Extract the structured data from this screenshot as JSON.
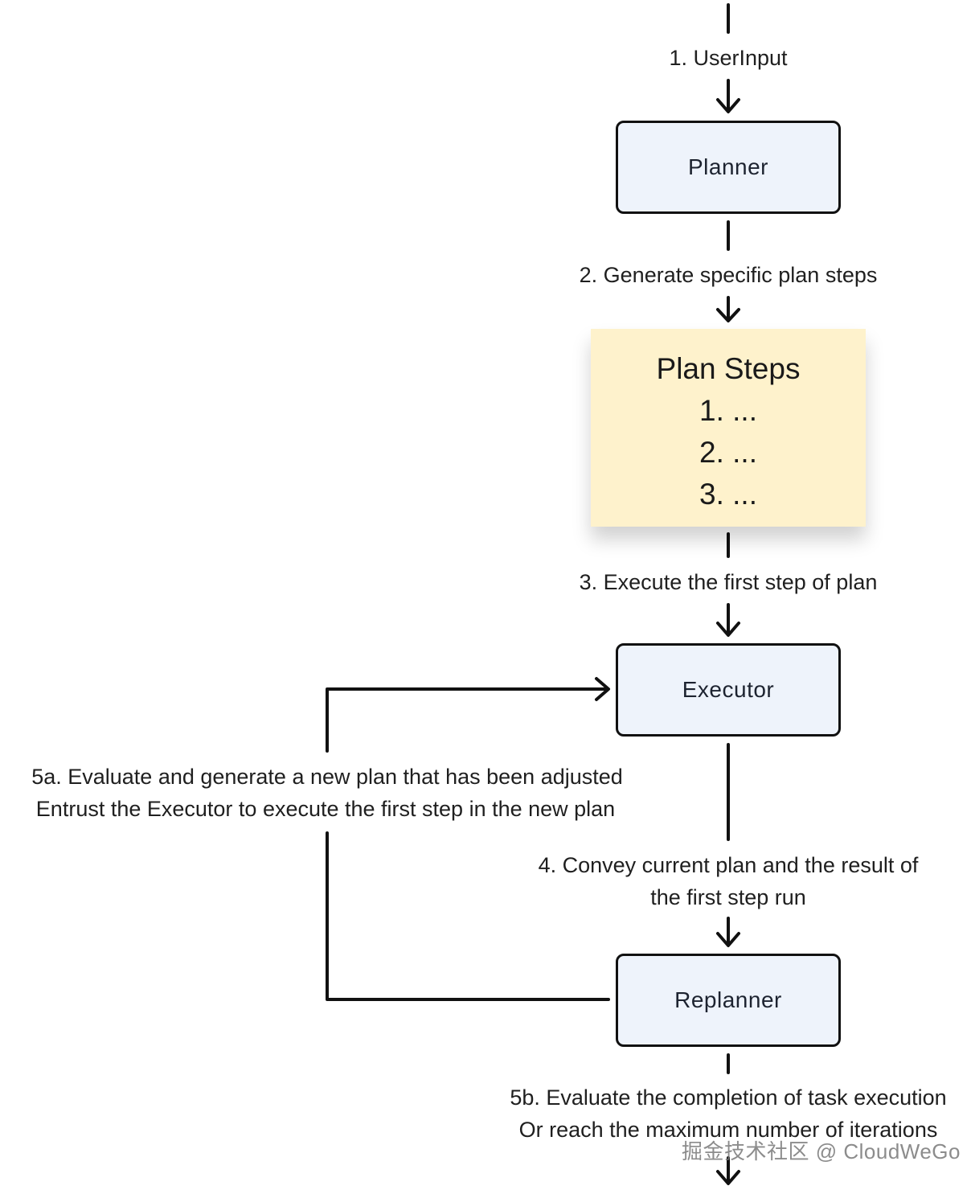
{
  "nodes": {
    "planner": "Planner",
    "executor": "Executor",
    "replanner": "Replanner"
  },
  "plan_steps": {
    "title": "Plan Steps",
    "items": [
      "1. ...",
      "2. ...",
      "3. ..."
    ]
  },
  "edges": {
    "user_input": "1. UserInput",
    "generate_steps": "2. Generate specific plan steps",
    "execute_first": "3. Execute the first step of plan",
    "convey_line1": "4. Convey current plan and the result of",
    "convey_line2": "the first step run",
    "loop_line1": "5a. Evaluate and generate a new plan that has been adjusted",
    "loop_line2": "Entrust the Executor to execute the first step in the new plan",
    "finish_line1": "5b. Evaluate the completion of task execution",
    "finish_line2": "Or reach the maximum number of iterations"
  },
  "watermark": "掘金技术社区 @ CloudWeGo",
  "colors": {
    "node_fill": "#eef3fb",
    "note_fill": "#fef2cc",
    "stroke": "#111111"
  }
}
